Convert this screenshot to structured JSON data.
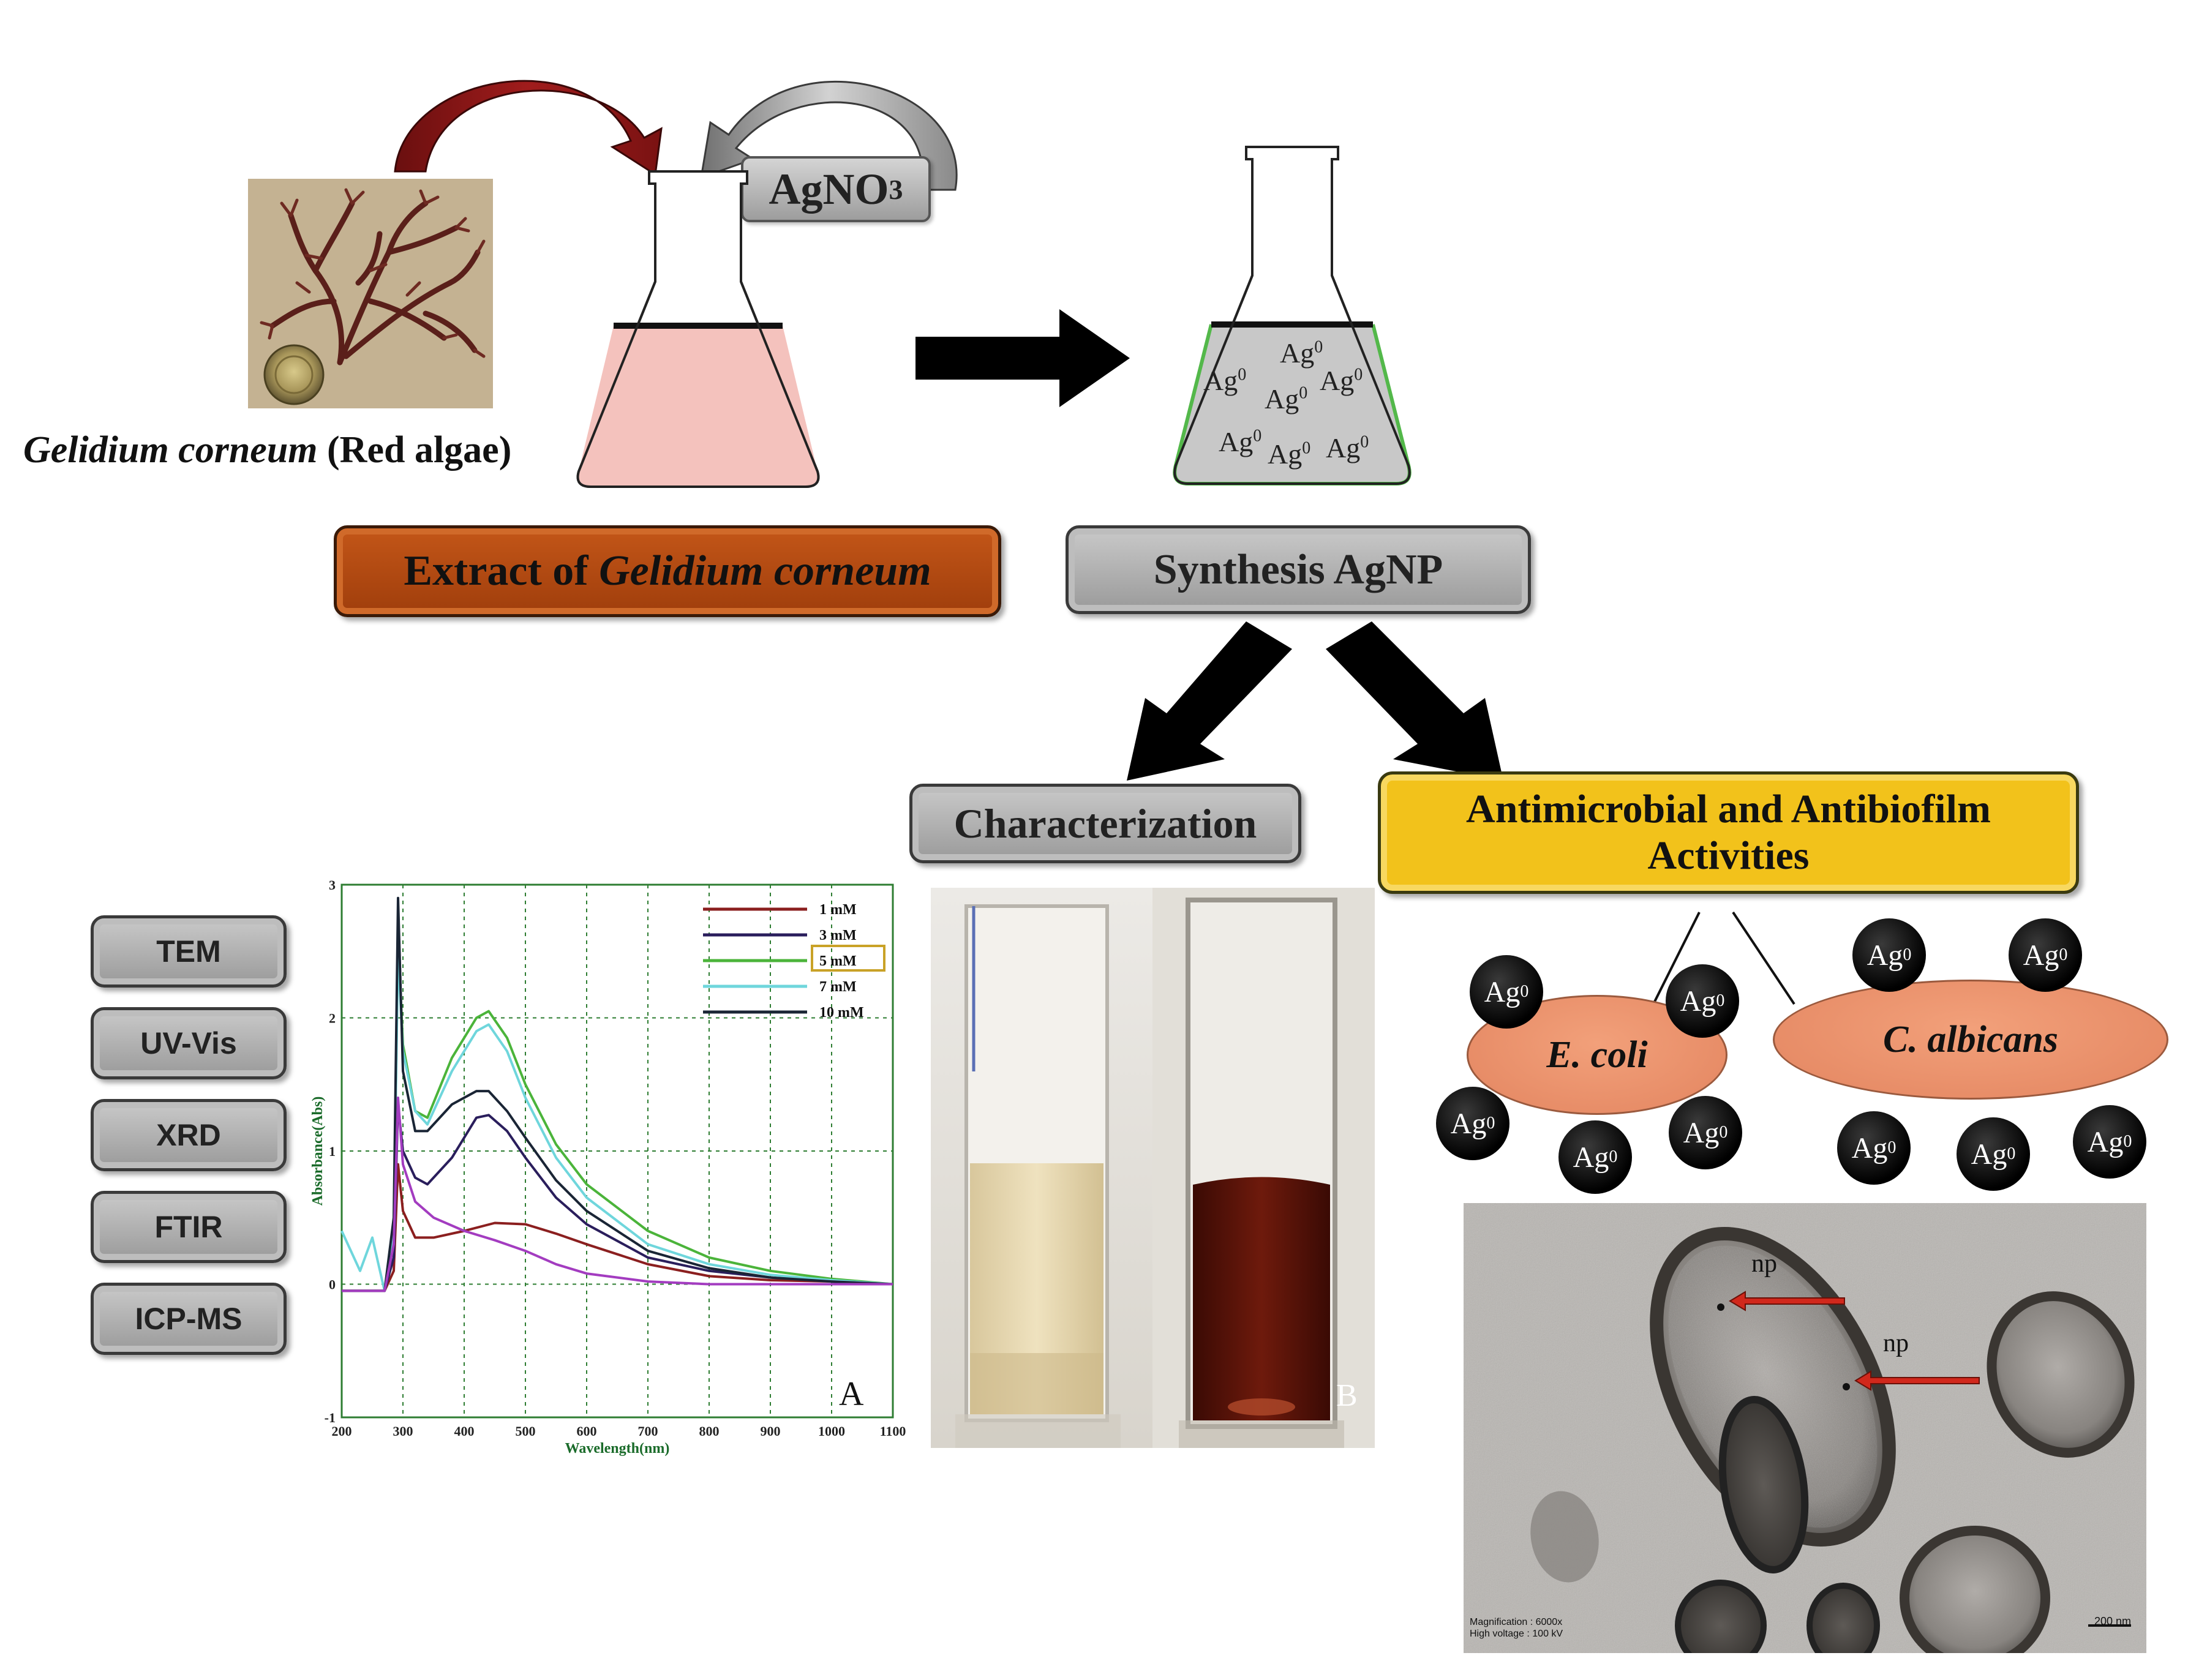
{
  "caption": {
    "species": "Gelidium corneum",
    "suffix": " (Red algae)"
  },
  "reagent": {
    "base": "AgNO",
    "sub": "3"
  },
  "extract_box": {
    "prefix": "Extract of ",
    "species": "Gelidium corneum"
  },
  "synthesis_box": "Synthesis AgNP",
  "characterization_box": "Characterization",
  "activities_box": {
    "line1": "Antimicrobial and Antibiofilm",
    "line2": "Activities"
  },
  "techniques": [
    "TEM",
    "UV-Vis",
    "XRD",
    "FTIR",
    "ICP-MS"
  ],
  "ag_label": {
    "base": "Ag",
    "sup": "0"
  },
  "organisms": [
    "E. coli",
    "C. albicans"
  ],
  "panel_labels": {
    "a": "A",
    "b": "B"
  },
  "tem": {
    "np_label": "np",
    "scale": "200 nm",
    "meta_line1": "Magnification : 6000x",
    "meta_line2": "High voltage : 100 kV"
  },
  "colors": {
    "extract_box": "#b24a12",
    "activities_box": "#f2c21b",
    "pink_liquid": "#f4c2bd",
    "grey_liquid": "#c8c8c8",
    "dark_red_arrow": "#8c1515",
    "tem_arrow": "#d1281c"
  },
  "chart_data": {
    "type": "line",
    "xlabel": "Wavelength(nm)",
    "ylabel": "Absorbance(Abs)",
    "xlim": [
      200,
      1100
    ],
    "ylim": [
      -1,
      3
    ],
    "xticks": [
      200,
      300,
      400,
      500,
      600,
      700,
      800,
      900,
      1000,
      1100
    ],
    "yticks": [
      -1,
      0,
      1,
      2,
      3
    ],
    "grid": true,
    "legend": "top-right",
    "highlighted_series": "5 mM",
    "series": [
      {
        "name": "1 mM",
        "color": "#8b1f1f",
        "x": [
          200,
          240,
          270,
          285,
          292,
          300,
          320,
          350,
          400,
          450,
          500,
          550,
          600,
          700,
          800,
          900,
          1000,
          1100
        ],
        "y": [
          -0.05,
          -0.05,
          -0.05,
          0.1,
          0.9,
          0.55,
          0.35,
          0.35,
          0.4,
          0.46,
          0.45,
          0.38,
          0.3,
          0.15,
          0.06,
          0.03,
          0.02,
          0.0
        ]
      },
      {
        "name": "3 mM",
        "color": "#2a1e5c",
        "x": [
          200,
          240,
          270,
          285,
          292,
          300,
          320,
          340,
          380,
          420,
          440,
          470,
          500,
          550,
          600,
          700,
          800,
          900,
          1000,
          1100
        ],
        "y": [
          -0.05,
          -0.05,
          -0.05,
          0.2,
          1.35,
          1.0,
          0.8,
          0.75,
          0.95,
          1.25,
          1.27,
          1.15,
          0.95,
          0.65,
          0.45,
          0.2,
          0.1,
          0.05,
          0.02,
          0.0
        ]
      },
      {
        "name": "5 mM",
        "color": "#4bb43a",
        "x": [
          200,
          240,
          270,
          285,
          292,
          300,
          320,
          340,
          380,
          420,
          440,
          470,
          500,
          550,
          600,
          700,
          800,
          900,
          1000,
          1100
        ],
        "y": [
          -0.05,
          -0.05,
          -0.05,
          0.4,
          2.6,
          1.8,
          1.3,
          1.25,
          1.7,
          2.0,
          2.05,
          1.85,
          1.5,
          1.05,
          0.75,
          0.4,
          0.2,
          0.1,
          0.04,
          0.0
        ]
      },
      {
        "name": "7 mM",
        "color": "#6fd6dc",
        "x": [
          200,
          230,
          250,
          270,
          285,
          292,
          300,
          320,
          340,
          380,
          420,
          440,
          470,
          500,
          550,
          600,
          700,
          800,
          900,
          1000,
          1100
        ],
        "y": [
          0.4,
          0.1,
          0.35,
          -0.05,
          0.4,
          2.5,
          1.75,
          1.3,
          1.2,
          1.6,
          1.9,
          1.95,
          1.75,
          1.4,
          0.95,
          0.65,
          0.3,
          0.15,
          0.07,
          0.03,
          0.0
        ]
      },
      {
        "name": "10 mM",
        "color": "#1a2535",
        "x": [
          200,
          240,
          270,
          285,
          292,
          300,
          320,
          340,
          380,
          420,
          440,
          470,
          500,
          550,
          600,
          700,
          800,
          900,
          1000,
          1100
        ],
        "y": [
          -0.05,
          -0.05,
          -0.05,
          0.5,
          2.9,
          1.6,
          1.15,
          1.15,
          1.35,
          1.45,
          1.45,
          1.3,
          1.1,
          0.78,
          0.55,
          0.25,
          0.12,
          0.05,
          0.02,
          0.0
        ]
      },
      {
        "name": "",
        "color": "#a33cc0",
        "x": [
          200,
          240,
          270,
          285,
          292,
          300,
          320,
          350,
          400,
          450,
          500,
          550,
          600,
          700,
          800,
          900,
          1000,
          1100
        ],
        "y": [
          -0.05,
          -0.05,
          -0.05,
          0.3,
          1.4,
          0.9,
          0.62,
          0.5,
          0.4,
          0.33,
          0.25,
          0.15,
          0.08,
          0.02,
          0.0,
          0.0,
          0.0,
          0.0
        ]
      }
    ]
  }
}
